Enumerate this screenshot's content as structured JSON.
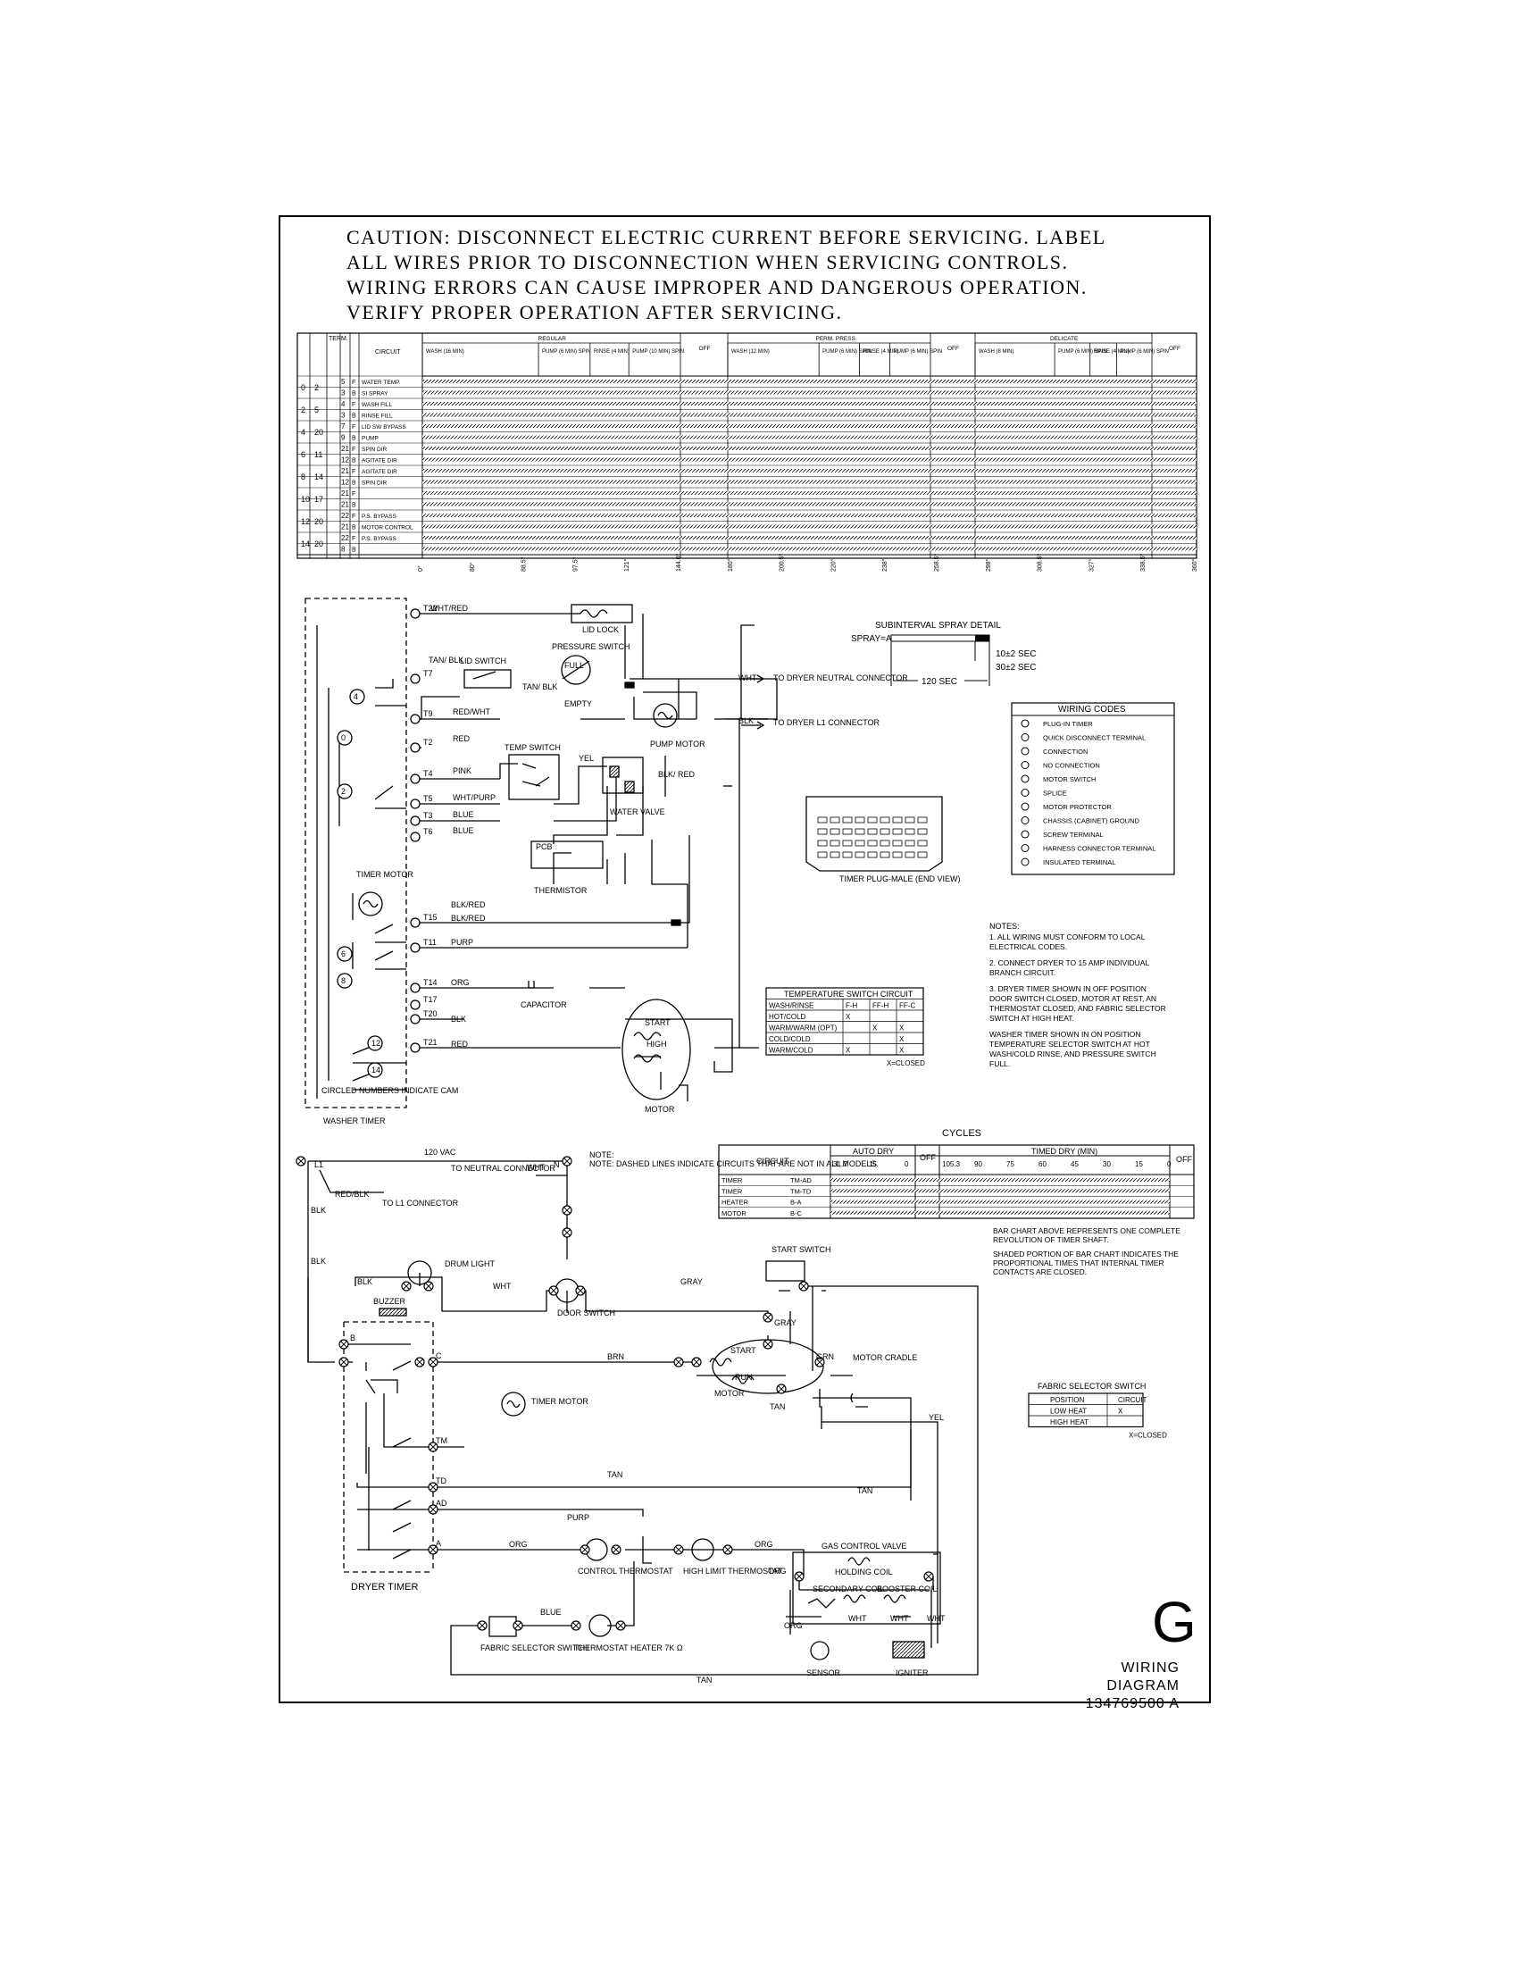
{
  "caution_lines": [
    "CAUTION: DISCONNECT ELECTRIC CURRENT BEFORE SERVICING. LABEL",
    "ALL WIRES PRIOR TO DISCONNECTION WHEN SERVICING CONTROLS.",
    "WIRING ERRORS CAN CAUSE IMPROPER AND DANGEROUS OPERATION.",
    "VERIFY PROPER OPERATION AFTER SERVICING."
  ],
  "washer_chart": {
    "header": {
      "term": "TERM.",
      "circuit": "CIRCUIT"
    },
    "groups": [
      {
        "label": "REGULAR",
        "cols": [
          "WASH (16 MIN)",
          "PUMP (6 MIN) SPIN",
          "RINSE (4 MIN)",
          "PUMP (10 MIN) SPIN"
        ]
      },
      {
        "label": "PERM. PRESS",
        "cols": [
          "WASH (12 MIN)",
          "PUMP (6 MIN) SPIN",
          "RINSE (4 MIN)",
          "PUMP (6 MIN) SPIN"
        ]
      },
      {
        "label": "DELICATE",
        "cols": [
          "WASH (8 MIN)",
          "PUMP (6 MIN) SPIN",
          "RINSE (4 MIN)",
          "PUMP (6 MIN) SPIN"
        ]
      }
    ],
    "off": "OFF",
    "rows": [
      {
        "cam": "0",
        "t1": "2",
        "t2": "5",
        "c": "F",
        "circuit": "WATER TEMP."
      },
      {
        "cam": "",
        "t1": "",
        "t2": "3",
        "c": "B",
        "circuit": "SI SPRAY"
      },
      {
        "cam": "2",
        "t1": "5",
        "t2": "4",
        "c": "F",
        "circuit": "WASH FILL"
      },
      {
        "cam": "",
        "t1": "",
        "t2": "3",
        "c": "B",
        "circuit": "RINSE FILL"
      },
      {
        "cam": "4",
        "t1": "20",
        "t2": "7",
        "c": "F",
        "circuit": "LID SW BYPASS"
      },
      {
        "cam": "",
        "t1": "",
        "t2": "9",
        "c": "B",
        "circuit": "PUMP"
      },
      {
        "cam": "6",
        "t1": "11",
        "t2": "21",
        "c": "F",
        "circuit": "SPIN DIR"
      },
      {
        "cam": "",
        "t1": "",
        "t2": "12",
        "c": "B",
        "circuit": "AGITATE DIR"
      },
      {
        "cam": "8",
        "t1": "14",
        "t2": "21",
        "c": "F",
        "circuit": "AGITATE DIR"
      },
      {
        "cam": "",
        "t1": "",
        "t2": "12",
        "c": "B",
        "circuit": "SPIN DIR"
      },
      {
        "cam": "10",
        "t1": "17",
        "t2": "21",
        "c": "F",
        "circuit": ""
      },
      {
        "cam": "",
        "t1": "",
        "t2": "21",
        "c": "B",
        "circuit": ""
      },
      {
        "cam": "12",
        "t1": "20",
        "t2": "22",
        "c": "F",
        "circuit": "P.S. BYPASS"
      },
      {
        "cam": "",
        "t1": "",
        "t2": "21",
        "c": "B",
        "circuit": "MOTOR CONTROL"
      },
      {
        "cam": "14",
        "t1": "20",
        "t2": "22",
        "c": "F",
        "circuit": "P.S. BYPASS"
      },
      {
        "cam": "",
        "t1": "",
        "t2": "8",
        "c": "B",
        "circuit": ""
      }
    ],
    "degrees": [
      "0°",
      "80°",
      "88.5°",
      "97.5°",
      "121°",
      "144.0°",
      "180°",
      "200.5°",
      "220°",
      "238°",
      "258.5°",
      "298°",
      "308.5°",
      "327°",
      "338.5°",
      "360°"
    ]
  },
  "washer": {
    "terminals": [
      "T22",
      "T7",
      "T9",
      "T2",
      "T4",
      "T5",
      "T3",
      "T6",
      "T15",
      "T11",
      "T14",
      "T17",
      "T20",
      "T21"
    ],
    "wires": {
      "t22": "WHT/RED",
      "t7": "TAN/ BLK",
      "t9": "RED/WHT",
      "t2": "RED",
      "t4": "PINK",
      "t5": "WHT/PURP",
      "t3": "BLUE",
      "t6": "BLUE",
      "blkred1": "BLK/RED",
      "t15": "BLK/RED",
      "t11": "PURP",
      "t14": "ORG",
      "t20": "BLK",
      "t21": "RED"
    },
    "cams": [
      "4",
      "0",
      "2",
      "6",
      "8",
      "12",
      "14"
    ],
    "labels": {
      "lid_lock": "LID LOCK",
      "lid_switch": "LID SWITCH",
      "pressure_switch": "PRESSURE SWITCH",
      "full": "FULL",
      "empty": "EMPTY",
      "tan_blk": "TAN/ BLK",
      "wht": "WHT",
      "to_dryer_neutral": "TO DRYER NEUTRAL CONNECTOR",
      "blk": "BLK",
      "to_dryer_l1": "TO DRYER L1 CONNECTOR",
      "pump_motor": "PUMP MOTOR",
      "temp_switch": "TEMP SWITCH",
      "yel": "YEL",
      "blk_red": "BLK/ RED",
      "water_valve": "WATER VALVE",
      "pcb": "PCB",
      "thermistor": "THERMISTOR",
      "timer_motor": "TIMER MOTOR",
      "capacitor": "CAPACITOR",
      "start": "START",
      "high": "HIGH",
      "motor": "MOTOR",
      "circled_numbers": "CIRCLED NUMBERS INDICATE CAM",
      "washer_timer": "WASHER TIMER"
    }
  },
  "spray_detail": {
    "title": "SUBINTERVAL SPRAY DETAIL",
    "label": "SPRAY=A",
    "t1": "10±2 SEC",
    "t2": "30±2 SEC",
    "t3": "120 SEC"
  },
  "wiring_codes": {
    "title": "WIRING CODES",
    "items": [
      "PLUG-IN TIMER",
      "QUICK DISCONNECT TERMINAL",
      "CONNECTION",
      "NO CONNECTION",
      "MOTOR SWITCH",
      "SPLICE",
      "MOTOR PROTECTOR",
      "CHASSIS (CABINET) GROUND",
      "SCREW TERMINAL",
      "HARNESS CONNECTOR TERMINAL",
      "INSULATED TERMINAL"
    ]
  },
  "timer_plug": {
    "label": "TIMER PLUG-MALE (END VIEW)"
  },
  "notes": {
    "title": "NOTES:",
    "items": [
      "1. ALL WIRING MUST CONFORM TO LOCAL ELECTRICAL CODES.",
      "2. CONNECT DRYER TO 15 AMP INDIVIDUAL BRANCH CIRCUIT.",
      "3. DRYER TIMER SHOWN IN OFF POSITION DOOR SWITCH CLOSED, MOTOR AT REST, AN THERMOSTAT CLOSED, AND FABRIC SELECTOR SWITCH AT HIGH HEAT.",
      "WASHER TIMER SHOWN IN ON POSITION TEMPERATURE SELECTOR SWITCH AT HOT WASH/COLD RINSE, AND PRESSURE SWITCH FULL."
    ]
  },
  "temp_switch_table": {
    "title": "TEMPERATURE SWITCH CIRCUIT",
    "headers": [
      "WASH/RINSE",
      "F-H",
      "FF-H",
      "FF-C"
    ],
    "rows": [
      [
        "HOT/COLD",
        "X",
        "",
        ""
      ],
      [
        "WARM/WARM (OPT)",
        "",
        "X",
        "X"
      ],
      [
        "COLD/COLD",
        "",
        "",
        "X"
      ],
      [
        "WARM/COLD",
        "X",
        "",
        "X"
      ]
    ],
    "footnote": "X=CLOSED"
  },
  "cycles": {
    "title": "CYCLES",
    "circuit": "CIRCUIT",
    "auto_dry": "AUTO DRY",
    "off": "OFF",
    "timed_dry": "TIMED DRY (MIN)",
    "auto_ticks": [
      "31.7",
      "15",
      "0"
    ],
    "timed_ticks": [
      "105.3",
      "90",
      "75",
      "60",
      "45",
      "30",
      "15",
      "0"
    ],
    "rows": [
      [
        "TIMER",
        "TM-AD"
      ],
      [
        "TIMER",
        "TM-TD"
      ],
      [
        "HEATER",
        "B-A"
      ],
      [
        "MOTOR",
        "B-C"
      ]
    ],
    "note1": "BAR CHART ABOVE REPRESENTS ONE COMPLETE REVOLUTION OF TIMER SHAFT.",
    "note2": "SHADED PORTION OF BAR CHART INDICATES THE PROPORTIONAL TIMES THAT INTERNAL TIMER CONTACTS ARE CLOSED."
  },
  "dryer": {
    "labels": {
      "vac": "120 VAC",
      "l1": "L1",
      "n": "N",
      "note": "NOTE: DASHED LINES INDICATE CIRCUITS THAT ARE NOT IN ALL MODELS.",
      "to_neutral": "TO NEUTRAL CONNECTOR",
      "wht": "WHT",
      "red_blk": "RED/BLK",
      "to_l1": "TO L1 CONNECTOR",
      "blk": "BLK",
      "drum_light": "DRUM LIGHT",
      "buzzer": "BUZZER",
      "door_switch": "DOOR SWITCH",
      "gray": "GRAY",
      "start_switch": "START SWITCH",
      "brn": "BRN",
      "start": "START",
      "run": "RUN",
      "motor": "MOTOR",
      "tan": "TAN",
      "grn": "GRN",
      "motor_cradle": "MOTOR CRADLE",
      "yel": "YEL",
      "timer_motor": "TIMER MOTOR",
      "purp": "PURP",
      "org": "ORG",
      "control_thermostat": "CONTROL THERMOSTAT",
      "high_limit": "HIGH LIMIT THERMOSTAT",
      "gas_valve": "GAS CONTROL VALVE",
      "holding_coil": "HOLDING COIL",
      "secondary_coil": "SECONDARY COIL",
      "booster_coil": "BOOSTER COIL",
      "sensor": "SENSOR",
      "igniter": "IGNITER",
      "blue": "BLUE",
      "fabric_selector": "FABRIC SELECTOR SWITCH",
      "thermostat_heater": "THERMOSTAT HEATER 7K Ω",
      "dryer_timer": "DRYER TIMER"
    },
    "timer_terms": [
      "B",
      "C",
      "TM",
      "TD",
      "AD",
      "A"
    ]
  },
  "fabric_table": {
    "title": "FABRIC SELECTOR SWITCH",
    "headers": [
      "POSITION",
      "CIRCUIT"
    ],
    "rows": [
      [
        "LOW HEAT",
        "X"
      ],
      [
        "HIGH HEAT",
        ""
      ]
    ],
    "footnote": "X=CLOSED"
  },
  "revision_letter": "G",
  "title_block": [
    "WIRING DIAGRAM",
    "134769500 A"
  ]
}
